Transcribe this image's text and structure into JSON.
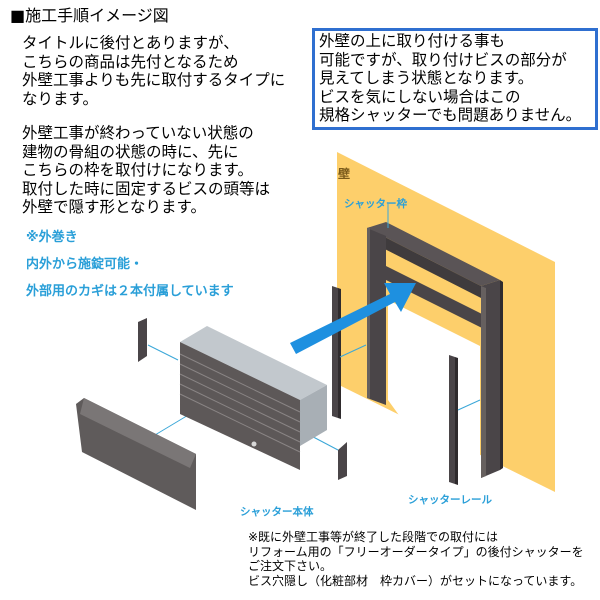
{
  "title": "■施工手順イメージ図",
  "intro": {
    "lines": [
      "タイトルに後付とありますが、",
      "こちらの商品は先付となるため",
      "外壁工事よりも先に取付するタイプに",
      "なります。"
    ]
  },
  "explanation": {
    "lines": [
      "外壁工事が終わっていない状態の",
      "建物の骨組の状態の時に、先に",
      "こちらの枠を取付けになります。",
      "取付した時に固定するビスの頭等は",
      "外壁で隠す形となります。"
    ]
  },
  "note_box": {
    "border_color": "#2f6fd0",
    "lines": [
      "外壁の上に取り付ける事も",
      "可能ですが、取り付けビスの部分が",
      "見えてしまう状態となります。",
      "ビスを気にしない場合はこの",
      "規格シャッターでも問題ありません。"
    ]
  },
  "features": {
    "color": "#2a9fd8",
    "lines": [
      "※外巻き",
      "内外から施錠可能・",
      "外部用のカギは２本付属しています"
    ]
  },
  "diagram": {
    "labels": {
      "wall": "壁",
      "shutter_frame": "シャッター枠",
      "shutter_body": "シャッター本体",
      "shutter_rail": "シャッターレール"
    },
    "colors": {
      "wall": "#fdcf6b",
      "wall_shadow": "#e0a94a",
      "frame": "#4a4548",
      "frame_light": "#66605f",
      "body_top": "#b9c0c6",
      "body_side": "#9aa2a9",
      "slats": "#5d5858",
      "arrow": "#1e90e0",
      "leader": "#3aa7d8"
    }
  },
  "footnote": {
    "lines": [
      "※既に外壁工事等が終了した段階での取付には",
      "リフォーム用の「フリーオーダータイプ」の後付シャッターを",
      "ご注文下さい。",
      "ビス穴隠し（化粧部材　枠カバー）がセットになっています。"
    ]
  }
}
